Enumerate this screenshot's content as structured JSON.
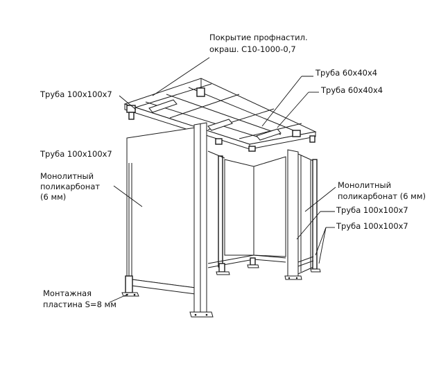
{
  "labels": {
    "roofing_line1": "Покрытие профнастил.",
    "roofing_line2": "окраш. С10-1000-0,7",
    "tube_60x40_a": "Труба 60х40х4",
    "tube_60x40_b": "Труба 60х40х4",
    "tube_100_left_top": "Труба 100х100х7",
    "tube_100_left_mid": "Труба 100х100х7",
    "polycarb_left_line1": "Монолитный",
    "polycarb_left_line2": "поликарбонат",
    "polycarb_left_line3": "(6 мм)",
    "polycarb_right_line1": "Монолитный",
    "polycarb_right_line2": "поликарбонат (6 мм)",
    "tube_100_right_a": "Труба 100х100х7",
    "tube_100_right_b": "Труба 100х100х7",
    "plate_line1": "Монтажная",
    "plate_line2": "пластина S=8 мм"
  }
}
